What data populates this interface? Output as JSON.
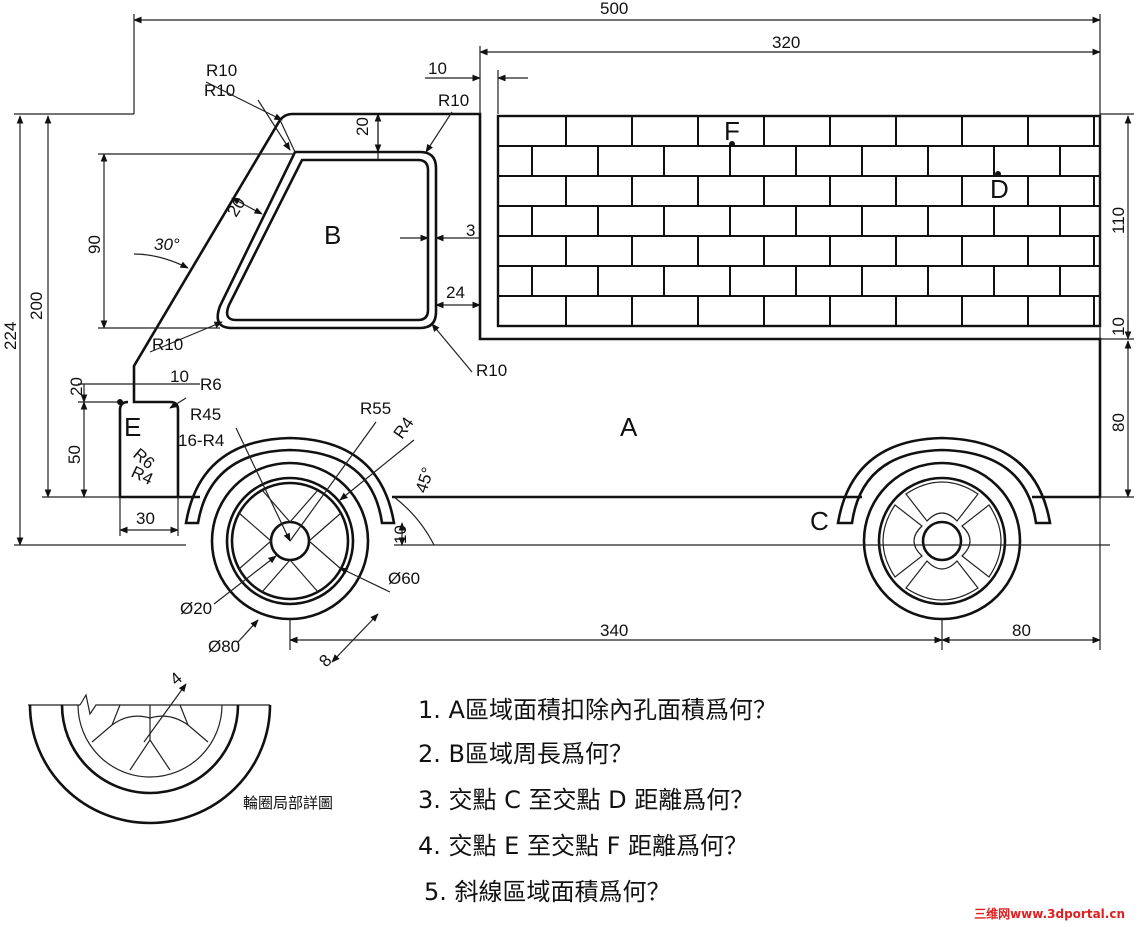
{
  "dimensions": {
    "total_length": "500",
    "cargo_length": "320",
    "gap_10": "10",
    "r10_a": "R10",
    "r10_b": "R10",
    "r10_c": "R10",
    "r10_d": "R10",
    "r10_e": "R10",
    "top_20": "20",
    "band_20": "20",
    "angle_30": "30°",
    "v90": "90",
    "three": "3",
    "twenty_four": "24",
    "h224": "224",
    "h200": "200",
    "h110": "110",
    "h10": "10",
    "h80": "80",
    "h20": "20",
    "h10b": "10",
    "r6": "R6",
    "r45": "R45",
    "r4x16": "16-R4",
    "r55": "R55",
    "r4": "R4",
    "angle45": "45°",
    "h50": "50",
    "r6b": "R6",
    "r4b": "R4",
    "w30": "30",
    "ten_c": "10",
    "dia60": "Ø60",
    "dia20": "Ø20",
    "dia80": "Ø80",
    "eight": "8",
    "w340": "340",
    "w80": "80",
    "detail4": "4"
  },
  "regions": {
    "a": "A",
    "b": "B",
    "c": "C",
    "d": "D",
    "e": "E",
    "f": "F"
  },
  "detail_caption": "輪圈局部詳圖",
  "questions": [
    "1.  A區域面積扣除內孔面積爲何？",
    "2.  B區域周長爲何？",
    "3.  交點 C 至交點 D 距離爲何？",
    "4.  交點 E 至交點 F 距離爲何？",
    "5.  斜線區域面積爲何？"
  ],
  "watermark": "三维网www.3dportal.cn"
}
